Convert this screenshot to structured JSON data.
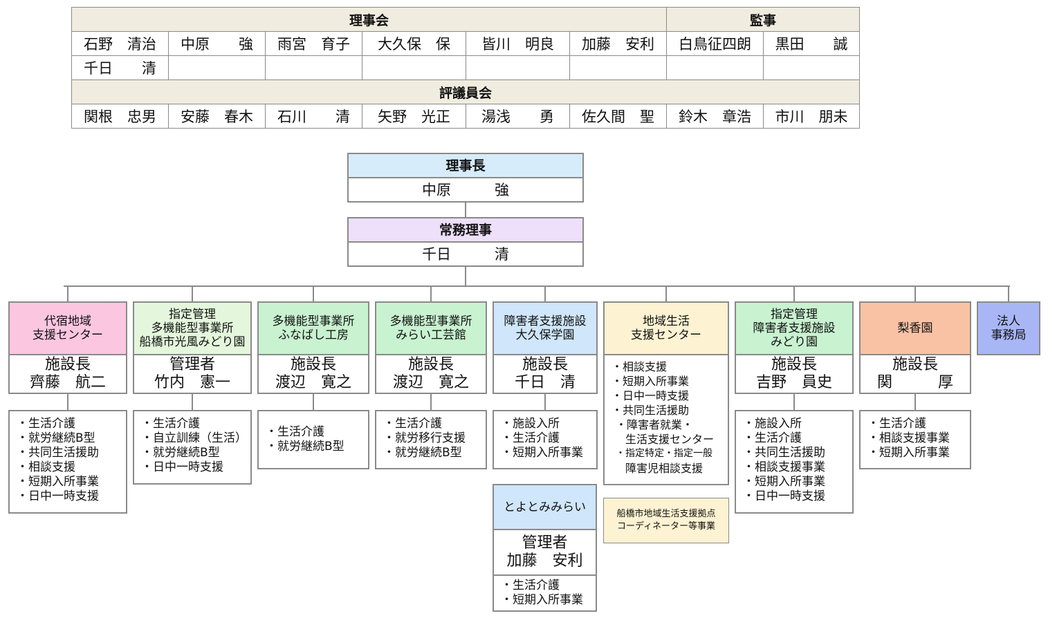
{
  "board": {
    "title": "理事会",
    "row1": [
      "石野　清治",
      "中原　　強",
      "雨宮　育子",
      "大久保　保",
      "皆川　明良",
      "加藤　安利"
    ],
    "row2": [
      "千日　　清"
    ]
  },
  "auditors": {
    "title": "監事",
    "names": [
      "白鳥征四朗",
      "黒田　　誠"
    ]
  },
  "council": {
    "title": "評議員会",
    "names": [
      "関根　忠男",
      "安藤　春木",
      "石川　　清",
      "矢野　光正",
      "湯浅　　勇",
      "佐久間　聖",
      "鈴木　章浩",
      "市川　朋未"
    ]
  },
  "chairman": {
    "title": "理事長",
    "name": "中原　　　強"
  },
  "director": {
    "title": "常務理事",
    "name": "千日　　　清"
  },
  "facilities": [
    {
      "name": "代宿地域\n支援センター",
      "color": "#fbc6e0",
      "manager": "施設長\n齊藤　航二",
      "services": [
        "・生活介護",
        "・就労継続B型",
        "・共同生活援助",
        "・相談支援",
        "・短期入所事業",
        "・日中一時支援"
      ]
    },
    {
      "name": "指定管理\n多機能型事業所\n船橋市光風みどり園",
      "color": "#e4f7dc",
      "manager": "管理者\n竹内　憲一",
      "services": [
        "・生活介護",
        "・自立訓練（生活）",
        "・就労継続B型",
        "・日中一時支援"
      ]
    },
    {
      "name": "多機能型事業所\nふなばし工房",
      "color": "#c8f2d0",
      "manager": "施設長\n渡辺　寛之",
      "services": [
        "・生活介護",
        "・就労継続B型"
      ]
    },
    {
      "name": "多機能型事業所\nみらい工芸館",
      "color": "#c8f2d0",
      "manager": "施設長\n渡辺　寛之",
      "services": [
        "・生活介護",
        "・就労移行支援",
        "・就労継続B型"
      ]
    },
    {
      "name": "障害者支援施設\n大久保学園",
      "color": "#cfe6fb",
      "manager": "施設長\n千日　清",
      "services": [
        "・施設入所",
        "・生活介護",
        "・短期入所事業"
      ]
    },
    {
      "name": "地域生活\n支援センター",
      "color": "#fdf2d2",
      "manager": "",
      "services": [
        "・相談支援",
        "・短期入所事業",
        "・日中一時支援",
        "・共同生活援助",
        "・障害者就業・",
        "生活支援センター",
        "・指定特定・指定一般",
        "障害児相談支援"
      ]
    },
    {
      "name": "指定管理\n障害者支援施設\nみどり園",
      "color": "#c8f2d0",
      "manager": "施設長\n吉野　員史",
      "services": [
        "・施設入所",
        "・生活介護",
        "・共同生活援助",
        "・相談支援事業",
        "・短期入所事業",
        "・日中一時支援"
      ]
    },
    {
      "name": "梨香園",
      "color": "#f9c2a4",
      "manager": "施設長\n関　　　厚",
      "services": [
        "・生活介護",
        "・相談支援事業",
        "・短期入所事業"
      ]
    },
    {
      "name": "法人\n事務局",
      "color": "#a9b6f5",
      "manager": "",
      "services": []
    }
  ],
  "toyotomi": {
    "name": "とよとみみらい",
    "color": "#cfe6fb",
    "manager": "管理者\n加藤　安利",
    "services": [
      "・生活介護",
      "・短期入所事業"
    ]
  },
  "coordinator": {
    "text": "船橋市地域生活支援拠点\nコーディネーター等事業",
    "color": "#fdf2d2"
  }
}
